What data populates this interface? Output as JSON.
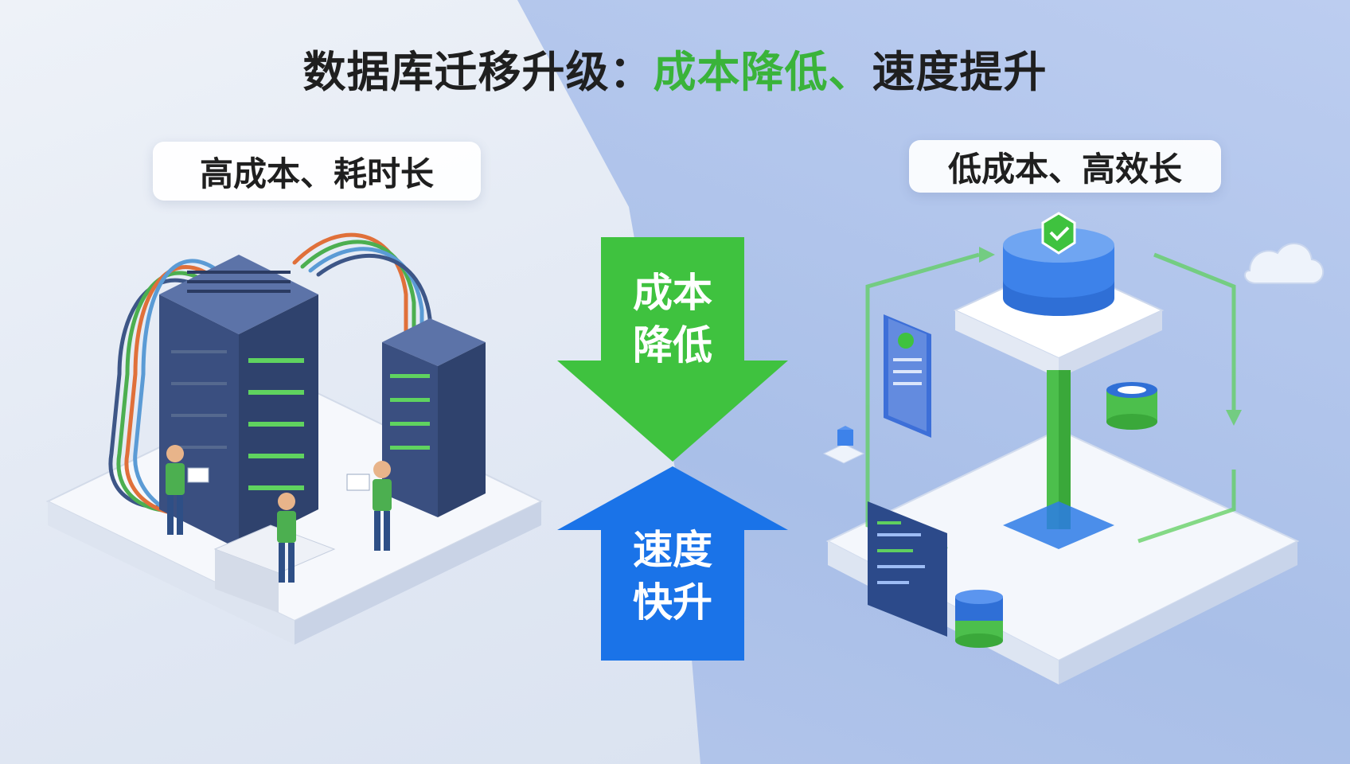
{
  "title": {
    "part1": "数据库迁移升级：",
    "part2": "成本降低、",
    "part3": "速度提升"
  },
  "left_panel": {
    "label": "高成本、耗时长"
  },
  "right_panel": {
    "label": "低成本、高效长"
  },
  "down_arrow": {
    "line1": "成本",
    "line2": "降低",
    "color": "#3fc23f"
  },
  "up_arrow": {
    "line1": "速度",
    "line2": "快升",
    "color": "#1a73e8"
  },
  "colors": {
    "accent_green": "#3ab33a",
    "accent_blue": "#1a73e8",
    "server_navy": "#3d5687"
  }
}
